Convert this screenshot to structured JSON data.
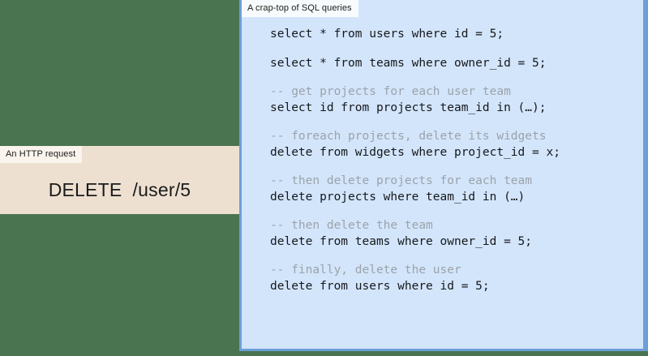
{
  "request_card": {
    "label": "An HTTP request",
    "method": "DELETE",
    "path": "/user/5",
    "text": "DELETE  /user/5",
    "background_color": "#ede0d0",
    "label_background_color": "#faf4ec"
  },
  "sql_card": {
    "label": "A crap-top of SQL queries",
    "background_color": "#d3e5fb",
    "border_color": "#6c9fd8",
    "label_background_color": "#f8fbfd",
    "comment_color": "#9ba3ab",
    "code_color": "#15181c",
    "blocks": [
      {
        "comment": null,
        "code": "select * from users where id = 5;"
      },
      {
        "comment": null,
        "code": "select * from teams where owner_id = 5;"
      },
      {
        "comment": "-- get projects for each user team",
        "code": "select id from projects team_id in (…);"
      },
      {
        "comment": "-- foreach projects, delete its widgets",
        "code": "delete from widgets where project_id = x;"
      },
      {
        "comment": "-- then delete projects for each team",
        "code": "delete projects where team_id in (…)"
      },
      {
        "comment": "-- then delete the team",
        "code": "delete from teams where owner_id = 5;"
      },
      {
        "comment": "-- finally, delete the user",
        "code": "delete from users where id = 5;"
      }
    ]
  },
  "background": {
    "color": "#4a7450"
  }
}
